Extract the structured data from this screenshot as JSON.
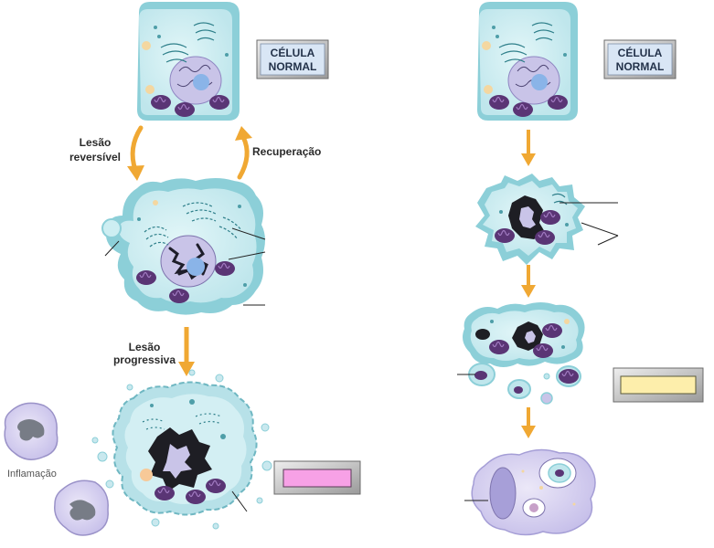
{
  "labels": {
    "normal_left": {
      "line1": "CÉLULA",
      "line2": "NORMAL"
    },
    "normal_right": {
      "line1": "CÉLULA",
      "line2": "NORMAL"
    },
    "reversible": {
      "line1": "Lesão",
      "line2": "reversível"
    },
    "recovery": "Recuperação",
    "progressive": {
      "line1": "Lesão",
      "line2": "progressiva"
    },
    "inflammation": "Inflamação"
  },
  "colors": {
    "cytoplasm": "#cdeef2",
    "cytoplasm_rim": "#8ccfd8",
    "nucleus": "#c9c4e8",
    "nucleolus": "#8ab4e8",
    "mitochondria": "#5a3575",
    "chromatin": "#222222",
    "arrow": "#f0a833",
    "apoptotic": "#c8c0ec",
    "label_box_fill": "#d9e6f5",
    "empty_box_pink": "#f7a1e6",
    "empty_box_yellow": "#fdeeab"
  }
}
